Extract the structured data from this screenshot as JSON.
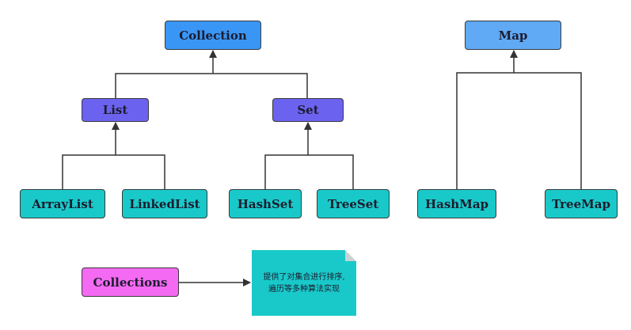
{
  "nodes": {
    "collection": "Collection",
    "map": "Map",
    "list": "List",
    "set": "Set",
    "arraylist": "ArrayList",
    "linkedlist": "LinkedList",
    "hashset": "HashSet",
    "treeset": "TreeSet",
    "hashmap": "HashMap",
    "treemap": "TreeMap",
    "collections": "Collections"
  },
  "note": {
    "line1": "提供了对集合进行排序,",
    "line2": "遍历等多种算法实现"
  },
  "colors": {
    "root_collection": "#3a96f5",
    "root_map": "#5fa9f5",
    "interface": "#6b63f0",
    "implementation": "#19c9c9",
    "utility": "#f46af2",
    "note": "#19c9c9",
    "line": "#333333"
  }
}
